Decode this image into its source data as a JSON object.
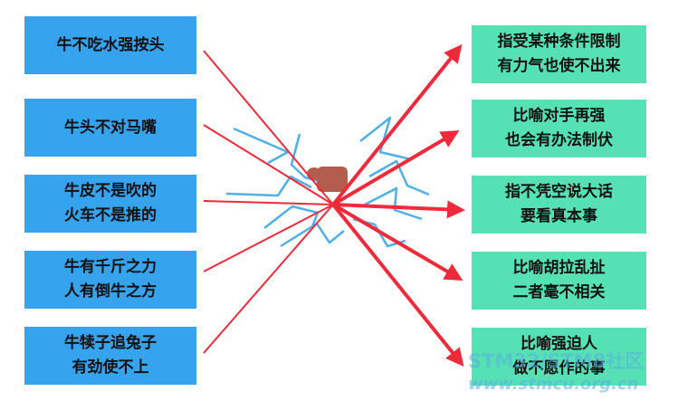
{
  "left_items": [
    [
      "牛不吃水强按头"
    ],
    [
      "牛头不对马嘴"
    ],
    [
      "牛皮不是吹的",
      "火车不是推的"
    ],
    [
      "牛有千斤之力",
      "人有倒牛之方"
    ],
    [
      "牛犊子追兔子",
      "有劲使不上"
    ]
  ],
  "right_items": [
    [
      "指受某种条件限制",
      "有力气也使不出来"
    ],
    [
      "比喻对手再强",
      "也会有办法制伏"
    ],
    [
      "指不凭空说大话",
      "要看真本事"
    ],
    [
      "比喻胡拉乱扯",
      "二者毫不相关"
    ],
    [
      "比喻强迫人",
      "做不愿作的事"
    ]
  ],
  "watermark": {
    "line1": "STM32/STM8社区",
    "line2": "www.stmcu.org.cn"
  },
  "colors": {
    "left_box": "#35a3ee",
    "right_box": "#56e1b4",
    "arrow": "#ef2a3a",
    "doodle": "#4fb0e6",
    "bug": "#b35e4c"
  }
}
